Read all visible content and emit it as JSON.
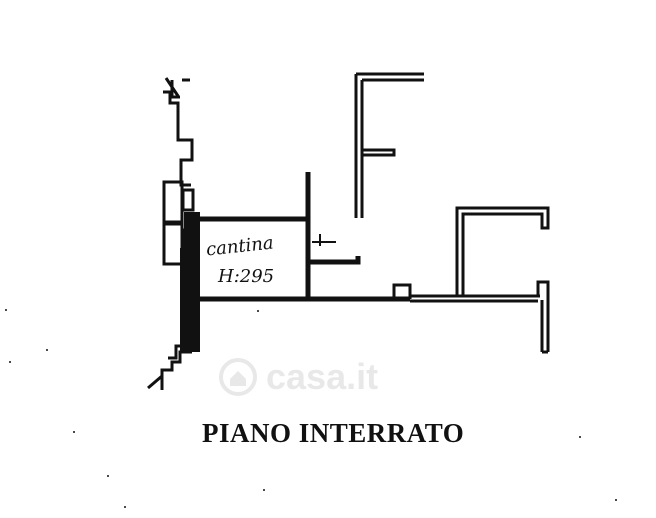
{
  "plan": {
    "room_name": "cantina",
    "room_height": "H:295",
    "floor_title": "PIANO INTERRATO",
    "watermark_text": "casa.it"
  },
  "colors": {
    "ink": "#111111",
    "watermark": "#555555",
    "background": "#ffffff"
  },
  "icons": {
    "watermark": "house-logo-icon"
  }
}
